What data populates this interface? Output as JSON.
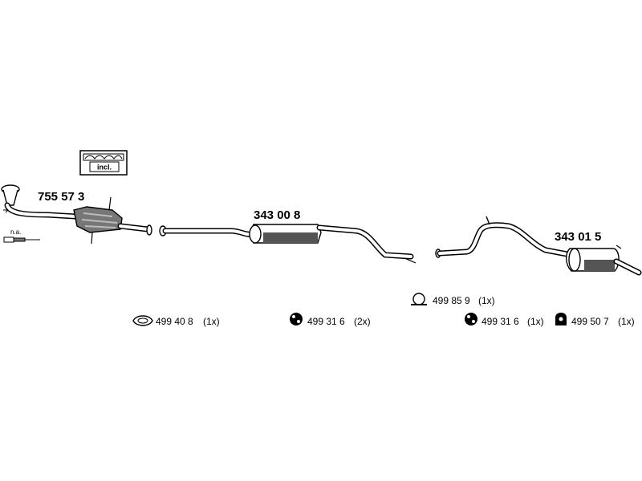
{
  "parts": {
    "front_pipe": "755 57 3",
    "middle_silencer": "343 00 8",
    "rear_silencer": "343 01 5"
  },
  "notes": {
    "incl": "incl.",
    "na": "n.a."
  },
  "accessories": [
    {
      "icon": "ring-gasket-icon",
      "code": "499 40 8",
      "qty": "(1x)"
    },
    {
      "icon": "rubber-mount-icon",
      "code": "499 31 6",
      "qty": "(2x)"
    },
    {
      "icon": "clamp-icon",
      "code": "499 85 9",
      "qty": "(1x)"
    },
    {
      "icon": "rubber-mount-icon",
      "code": "499 31 6",
      "qty": "(1x)"
    },
    {
      "icon": "hanger-mount-icon",
      "code": "499 50 7",
      "qty": "(1x)"
    }
  ],
  "colors": {
    "line": "#000000",
    "fill_light": "#ffffff",
    "fill_shade": "#555555"
  }
}
